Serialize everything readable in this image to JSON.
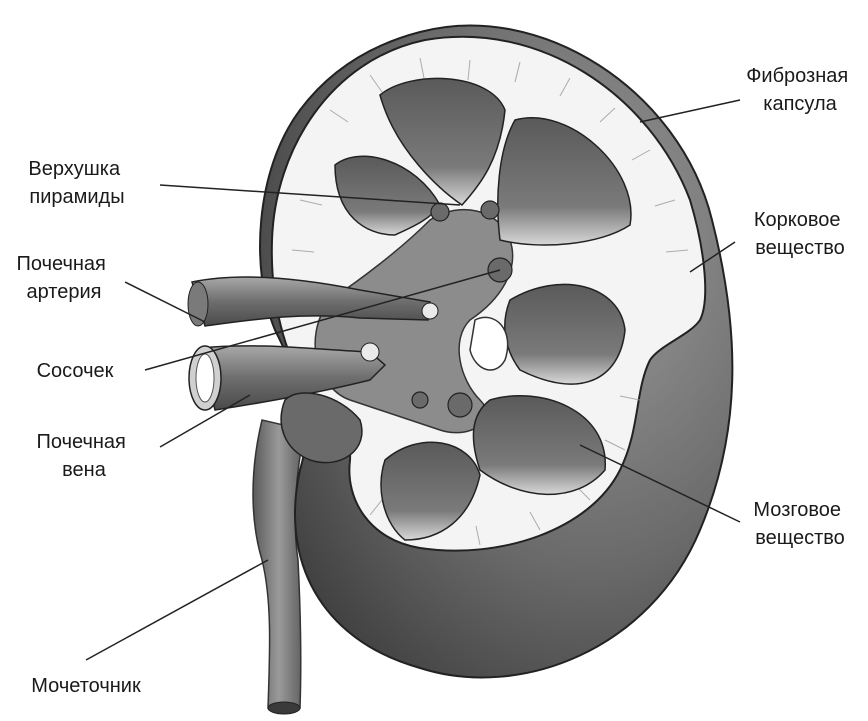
{
  "labels": {
    "fibrous_capsule": [
      "Фиброзная",
      "капсула"
    ],
    "pyramid_apex": [
      "Верхушка",
      "пирамиды"
    ],
    "cortex": [
      "Корковое",
      "вещество"
    ],
    "renal_artery": [
      "Почечная",
      "артерия"
    ],
    "papilla": [
      "Сосочек"
    ],
    "renal_vein": [
      "Почечная",
      "вена"
    ],
    "medulla": [
      "Мозговое",
      "вещество"
    ],
    "ureter": [
      "Мочеточник"
    ]
  },
  "colors": {
    "kidney_shadow": "#5e5e5e",
    "kidney_mid": "#8a8a8a",
    "cortex_fill": "#f4f4f4",
    "pyramid": "#6f6f6f",
    "vessel": "#7c7c7c",
    "line": "#222222"
  }
}
